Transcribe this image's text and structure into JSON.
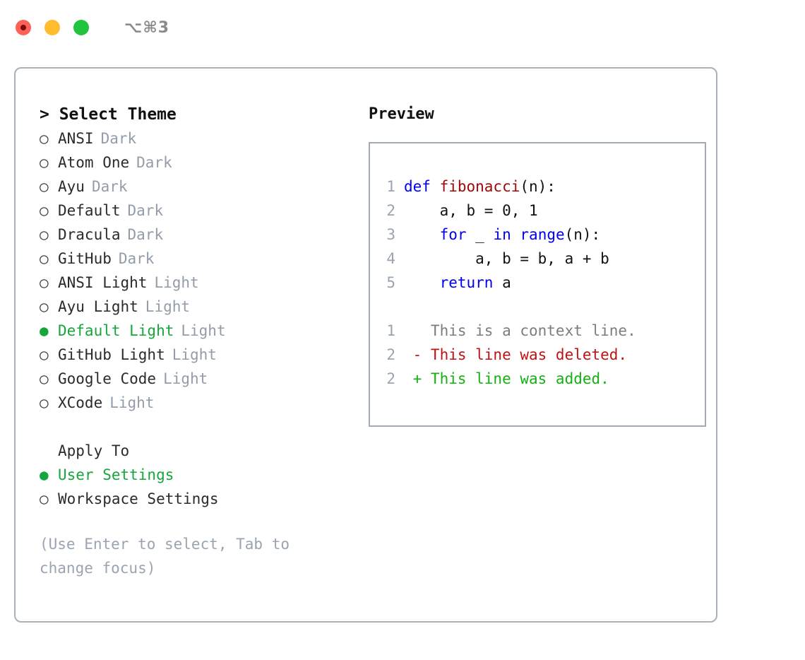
{
  "titlebar": {
    "traffic_lights": [
      "close",
      "minimize",
      "maximize"
    ],
    "shortcut": "⌥⌘3"
  },
  "left": {
    "header": "> Select Theme",
    "themes": [
      {
        "marker": "○",
        "name": "ANSI",
        "category": "Dark",
        "selected": false
      },
      {
        "marker": "○",
        "name": "Atom One",
        "category": "Dark",
        "selected": false
      },
      {
        "marker": "○",
        "name": "Ayu",
        "category": "Dark",
        "selected": false
      },
      {
        "marker": "○",
        "name": "Default",
        "category": "Dark",
        "selected": false
      },
      {
        "marker": "○",
        "name": "Dracula",
        "category": "Dark",
        "selected": false
      },
      {
        "marker": "○",
        "name": "GitHub",
        "category": "Dark",
        "selected": false
      },
      {
        "marker": "○",
        "name": "ANSI Light",
        "category": "Light",
        "selected": false
      },
      {
        "marker": "○",
        "name": "Ayu Light",
        "category": "Light",
        "selected": false
      },
      {
        "marker": "●",
        "name": "Default Light",
        "category": "Light",
        "selected": true
      },
      {
        "marker": "○",
        "name": "GitHub Light",
        "category": "Light",
        "selected": false
      },
      {
        "marker": "○",
        "name": "Google Code",
        "category": "Light",
        "selected": false
      },
      {
        "marker": "○",
        "name": "XCode",
        "category": "Light",
        "selected": false
      }
    ],
    "apply_to_label": "Apply To",
    "apply_to_options": [
      {
        "marker": "●",
        "name": "User Settings",
        "selected": true
      },
      {
        "marker": "○",
        "name": "Workspace Settings",
        "selected": false
      }
    ],
    "hint": "(Use Enter to select, Tab to change focus)"
  },
  "preview": {
    "title": "Preview",
    "code_lines": [
      {
        "lineno": "1",
        "tokens": [
          {
            "t": "def ",
            "c": "kw"
          },
          {
            "t": "fibonacci",
            "c": "fn"
          },
          {
            "t": "(n):",
            "c": "plain"
          }
        ]
      },
      {
        "lineno": "2",
        "tokens": [
          {
            "t": "    a, b = 0, 1",
            "c": "plain"
          }
        ]
      },
      {
        "lineno": "3",
        "tokens": [
          {
            "t": "    ",
            "c": "plain"
          },
          {
            "t": "for",
            "c": "kw"
          },
          {
            "t": " _ ",
            "c": "plain"
          },
          {
            "t": "in",
            "c": "kw"
          },
          {
            "t": " ",
            "c": "plain"
          },
          {
            "t": "range",
            "c": "kw"
          },
          {
            "t": "(n):",
            "c": "plain"
          }
        ]
      },
      {
        "lineno": "4",
        "tokens": [
          {
            "t": "        a, b = b, a + b",
            "c": "plain"
          }
        ]
      },
      {
        "lineno": "5",
        "tokens": [
          {
            "t": "    ",
            "c": "plain"
          },
          {
            "t": "return",
            "c": "kw"
          },
          {
            "t": " a",
            "c": "plain"
          }
        ]
      }
    ],
    "diff_lines": [
      {
        "lineno": "1",
        "tokens": [
          {
            "t": "   This is a context line.",
            "c": "ctx"
          }
        ]
      },
      {
        "lineno": "2",
        "tokens": [
          {
            "t": " - This line was deleted.",
            "c": "del"
          }
        ]
      },
      {
        "lineno": "2",
        "tokens": [
          {
            "t": " + This line was added.",
            "c": "add"
          }
        ]
      }
    ]
  },
  "colors": {
    "accent_green": "#16a63c",
    "muted_gray": "#939daa",
    "border": "#a8b2be",
    "keyword_blue": "#0000f0",
    "function_red": "#a10808",
    "diff_deleted": "#c01212",
    "diff_added": "#12b212",
    "light_close": "#fd6157",
    "light_min": "#ffbd2e",
    "light_max": "#22c33e"
  }
}
